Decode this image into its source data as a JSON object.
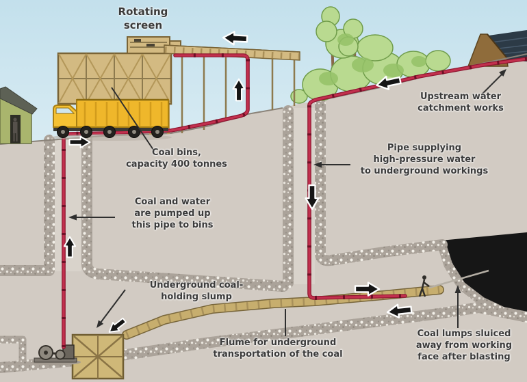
{
  "labels": {
    "rotating_screen": "Rotating\nscreen",
    "coal_bins": "Coal bins,\ncapacity 400 tonnes",
    "pumped_up": "Coal and water\nare pumped up\nthis pipe to bins",
    "slump": "Underground coal-\nholding slump",
    "flume": "Flume for underground\ntransportation of the coal",
    "catchment": "Upstream water\ncatchment works",
    "pipe_supplying": "Pipe supplying\nhigh-pressure water\nto underground workings",
    "coal_lumps": "Coal lumps sluiced\naway from working\nface after blasting"
  },
  "colors": {
    "sky-top": "#c3e0ec",
    "sky-bottom": "#eaf5f9",
    "ground": "#d2cbc3",
    "shaft-light": "#d9d3cb",
    "pipe": "#c2304e",
    "pipe-dark": "#8e1630",
    "wood": "#d3ba82",
    "wood-dark": "#7a6436",
    "flume": "#c7ae6e",
    "coal": "#161616",
    "water": "#2c3a46",
    "dam": "#8f6c3b",
    "tree": "#b9da90",
    "tree-outline": "#6f9c4a",
    "truck": "#efb72b",
    "house": "#a9b56d",
    "arrow": "#151515",
    "text": "#3b3b3b"
  }
}
